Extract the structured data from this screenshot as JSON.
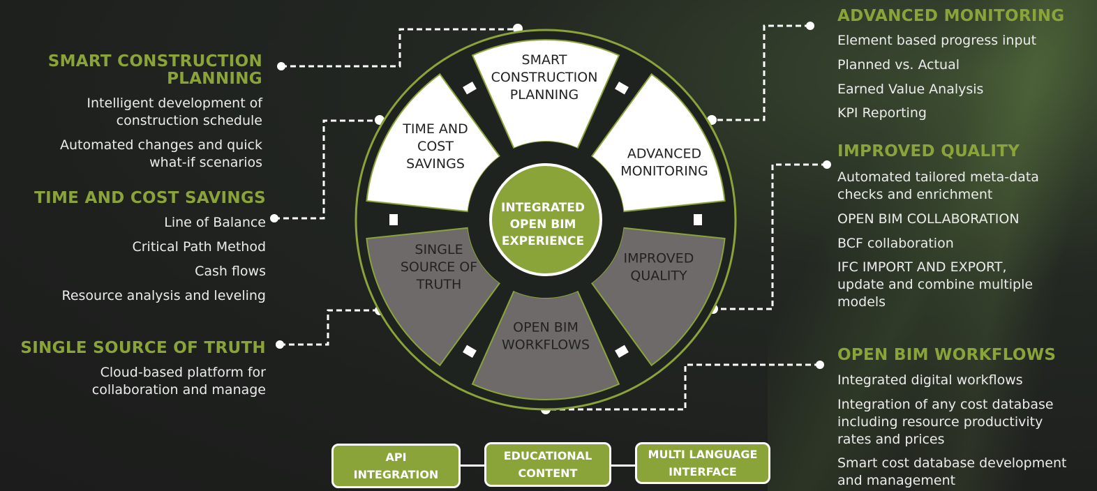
{
  "left_sections": [
    {
      "heading": "SMART CONSTRUCTION PLANNING",
      "heading_lines": [
        "SMART CONSTRUCTION",
        "PLANNING"
      ],
      "items": [
        [
          "Intelligent development of",
          "construction schedule"
        ],
        [
          "Automated changes and quick",
          "what-if scenarios"
        ]
      ]
    },
    {
      "heading": "TIME AND COST SAVINGS",
      "heading_lines": [
        "TIME AND COST SAVINGS"
      ],
      "items": [
        [
          "Line of Balance"
        ],
        [
          "Critical Path Method"
        ],
        [
          "Cash flows"
        ],
        [
          "Resource analysis and leveling"
        ]
      ]
    },
    {
      "heading": "SINGLE SOURCE OF TRUTH",
      "heading_lines": [
        "SINGLE SOURCE OF TRUTH"
      ],
      "items": [
        [
          "Cloud-based platform for",
          "collaboration and manage"
        ]
      ]
    }
  ],
  "right_sections": [
    {
      "heading": "ADVANCED MONITORING",
      "heading_lines": [
        "ADVANCED MONITORING"
      ],
      "items": [
        [
          "Element based progress input"
        ],
        [
          "Planned vs. Actual"
        ],
        [
          "Earned Value Analysis"
        ],
        [
          "KPI Reporting"
        ]
      ]
    },
    {
      "heading": "IMPROVED QUALITY",
      "heading_lines": [
        "IMPROVED QUALITY"
      ],
      "items": [
        [
          "Automated tailored meta-data",
          "checks and enrichment"
        ],
        [
          "OPEN BIM COLLABORATION"
        ],
        [
          "BCF collaboration"
        ],
        [
          "IFC IMPORT AND EXPORT,",
          "update and combine multiple",
          "models"
        ]
      ]
    },
    {
      "heading": "OPEN BIM WORKFLOWS",
      "heading_lines": [
        "OPEN BIM WORKFLOWS"
      ],
      "items": [
        [
          "Integrated digital workflows"
        ],
        [
          "Integration of any cost database",
          "including resource productivity",
          "rates and prices"
        ],
        [
          "Smart cost database development",
          "and management"
        ]
      ]
    }
  ],
  "wheel": {
    "center_lines": [
      "INTEGRATED",
      "OPEN BIM",
      "EXPERIENCE"
    ],
    "segments": [
      {
        "name": "smart-construction-planning",
        "lines": [
          "SMART",
          "CONSTRUCTION",
          "PLANNING"
        ],
        "fill": "#ffffff"
      },
      {
        "name": "advanced-monitoring",
        "lines": [
          "ADVANCED",
          "MONITORING"
        ],
        "fill": "#ffffff"
      },
      {
        "name": "improved-quality",
        "lines": [
          "IMPROVED",
          "QUALITY"
        ],
        "fill": "#6e6a69"
      },
      {
        "name": "open-bim-workflows",
        "lines": [
          "OPEN BIM",
          "WORKFLOWS"
        ],
        "fill": "#6e6a69"
      },
      {
        "name": "single-source-of-truth",
        "lines": [
          "SINGLE",
          "SOURCE OF",
          "TRUTH"
        ],
        "fill": "#6e6a69"
      },
      {
        "name": "time-and-cost-savings",
        "lines": [
          "TIME AND",
          "COST",
          "SAVINGS"
        ],
        "fill": "#ffffff"
      }
    ]
  },
  "pills": [
    {
      "lines": [
        "API",
        "INTEGRATION"
      ]
    },
    {
      "lines": [
        "EDUCATIONAL",
        "CONTENT"
      ]
    },
    {
      "lines": [
        "MULTI LANGUAGE",
        "INTERFACE"
      ]
    }
  ],
  "colors": {
    "accent_green": "#8aa43a",
    "segment_light": "#ffffff",
    "segment_dark": "#6e6a69",
    "ring_outline": "#8aa43a",
    "connector": "#ffffff"
  }
}
